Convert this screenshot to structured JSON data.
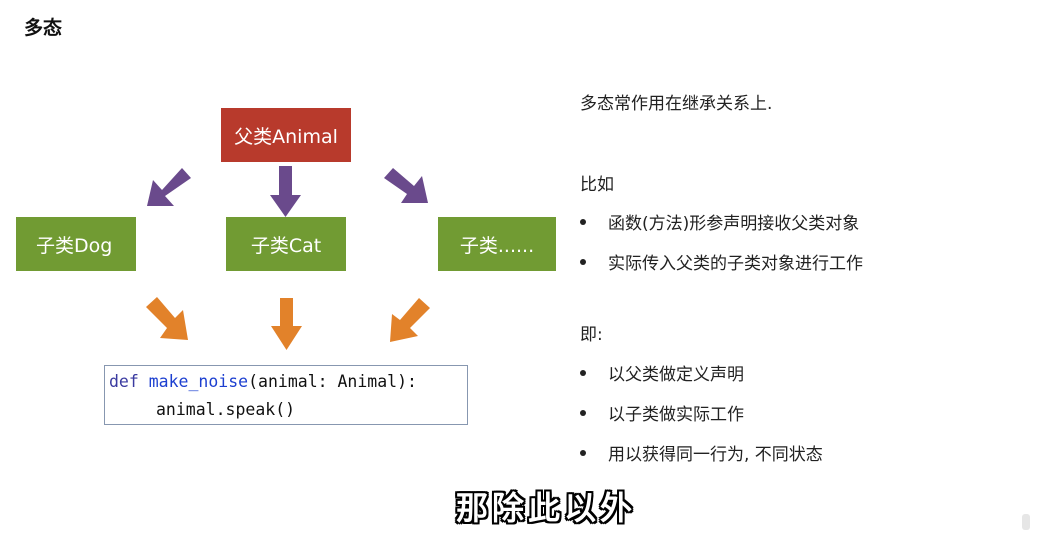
{
  "slide": {
    "title": "多态"
  },
  "diagram": {
    "parent_label": "父类Animal",
    "children": [
      "子类Dog",
      "子类Cat",
      "子类......"
    ],
    "colors": {
      "parent": "#b83a2c",
      "child": "#719b33",
      "arrow_parent_to_child": "#6a4a8c",
      "arrow_child_to_code": "#e2822a"
    },
    "code": {
      "line1_keyword": "def",
      "line1_function": "make_noise",
      "line1_rest": "(animal: Animal):",
      "line2": "animal.speak()"
    }
  },
  "explanation": {
    "intro": "多态常作用在继承关系上.",
    "example_heading": "比如",
    "example_points": [
      "函数(方法)形参声明接收父类对象",
      "实际传入父类的子类对象进行工作"
    ],
    "summary_heading": "即:",
    "summary_points": [
      "以父类做定义声明",
      "以子类做实际工作",
      "用以获得同一行为, 不同状态"
    ]
  },
  "caption": "那除此以外"
}
